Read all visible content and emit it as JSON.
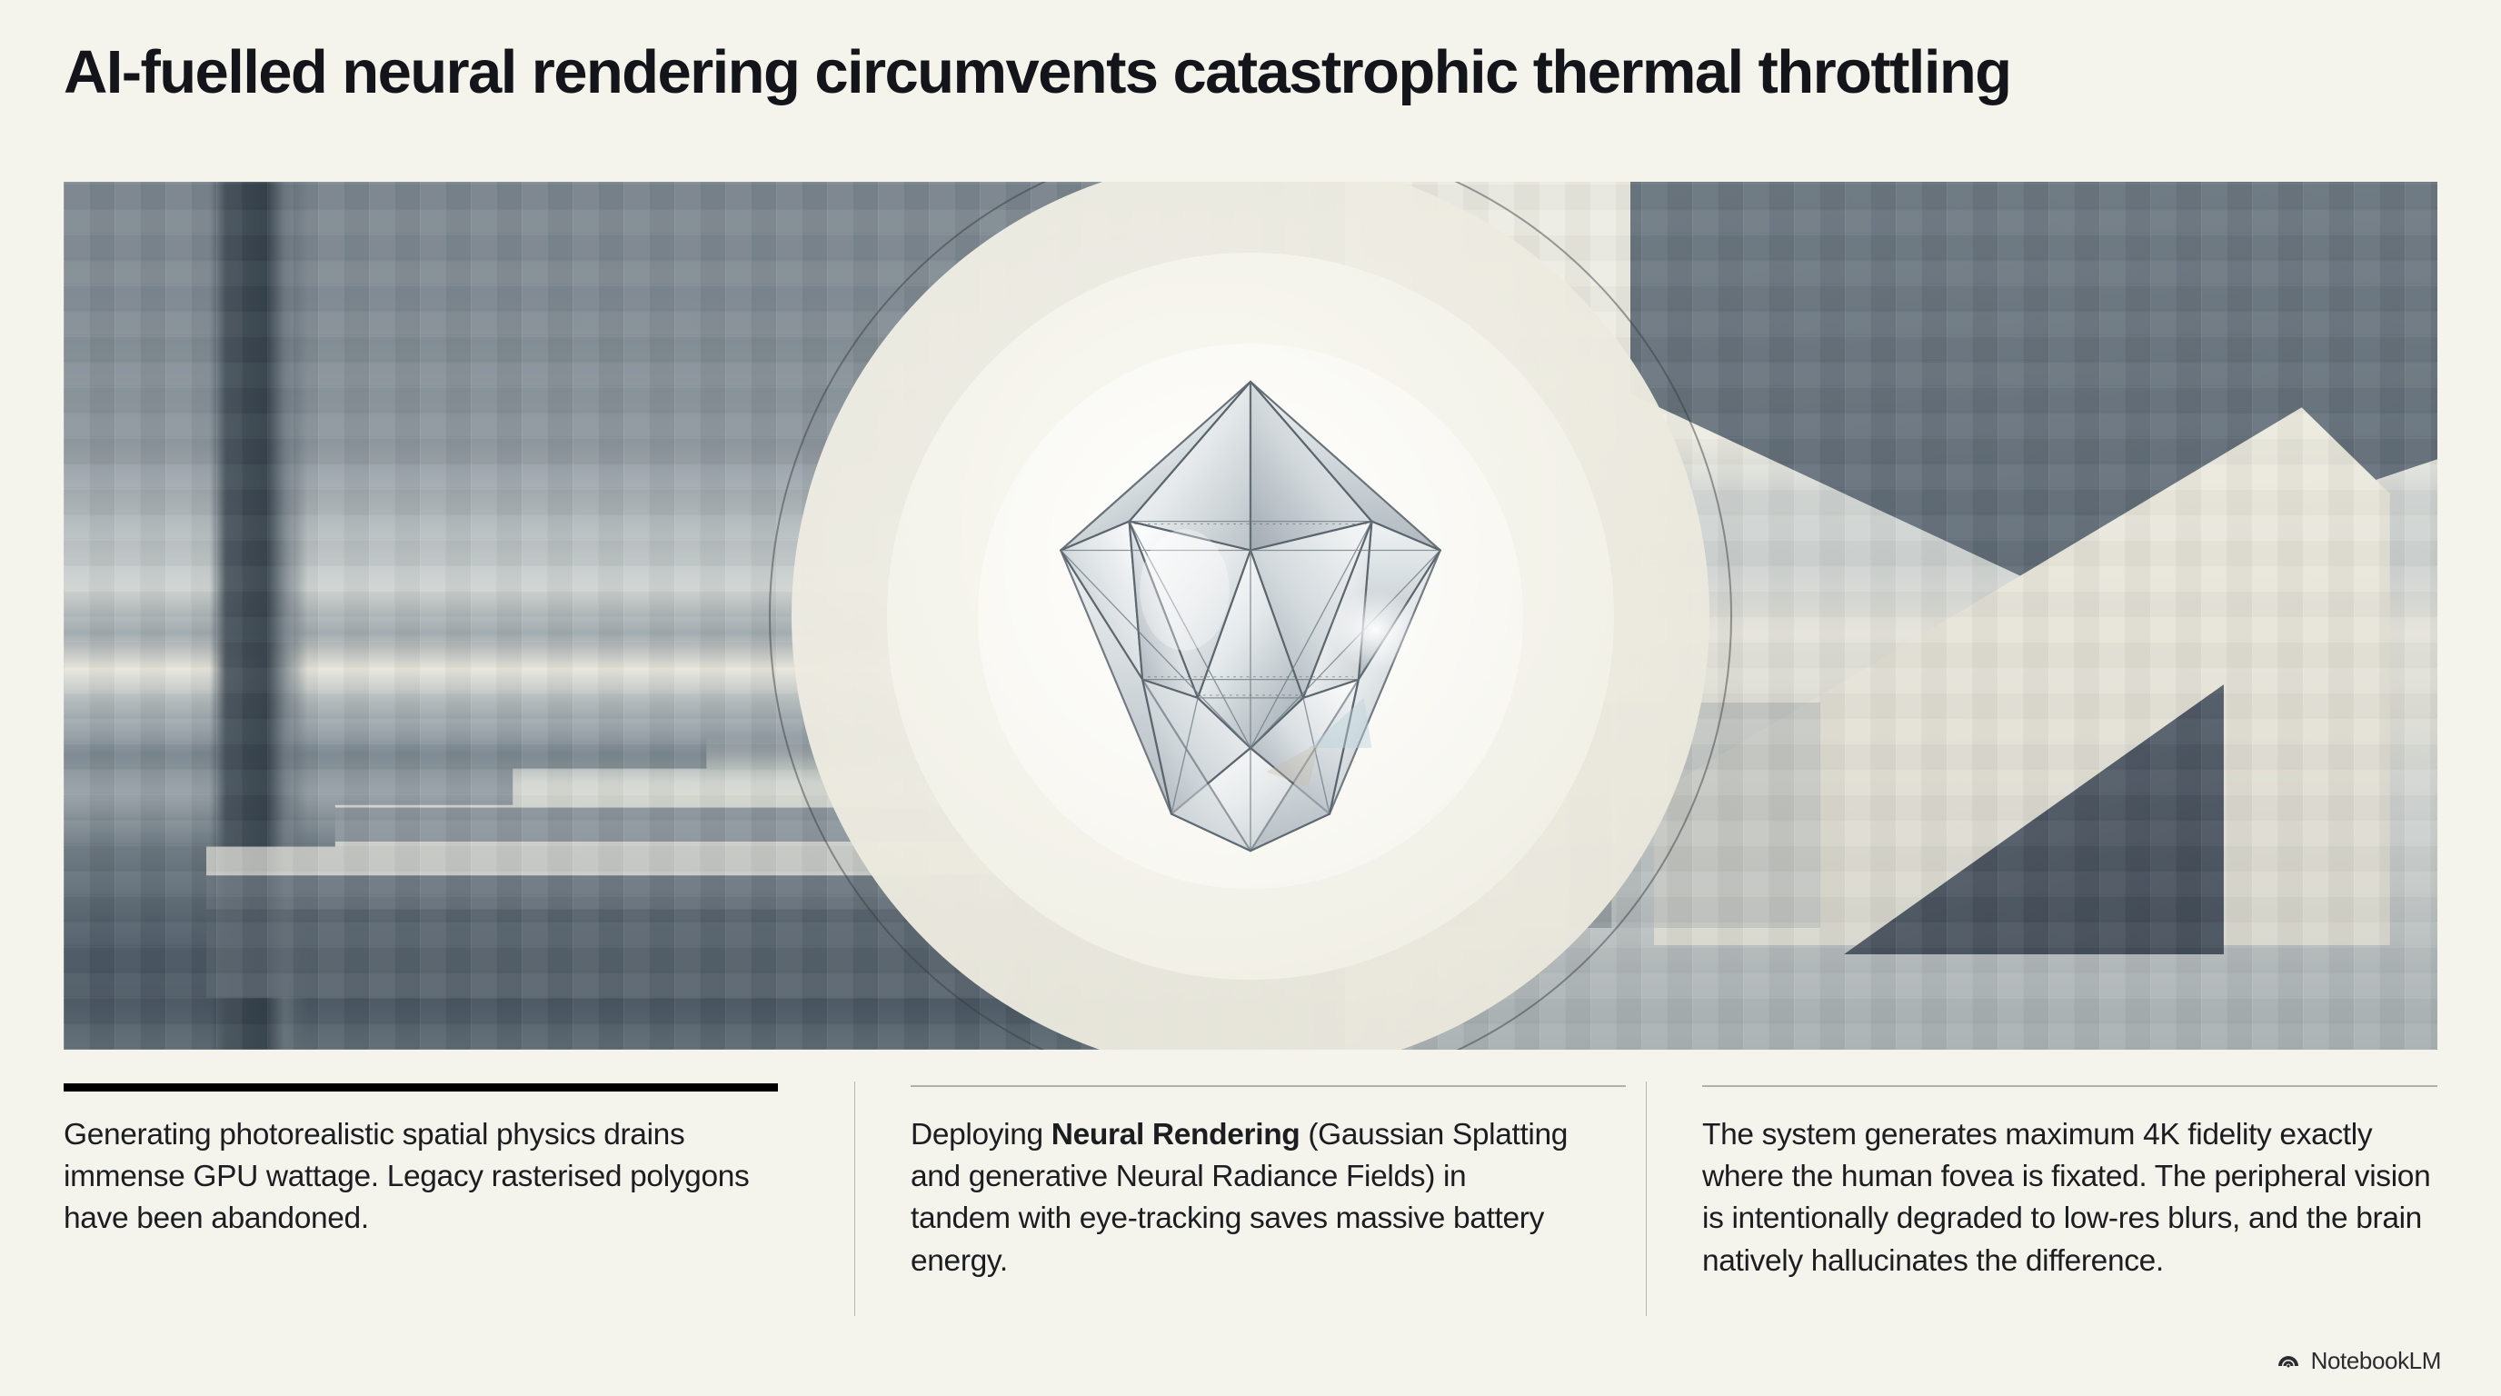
{
  "header": {
    "title": "AI-fuelled neural rendering circumvents catastrophic thermal throttling"
  },
  "hero": {
    "alt": "Faceted crystal icosahedron floating before concentric rings over a pixelated low-resolution cityscape",
    "icon": "crystal-icosahedron",
    "background_color": "#f5f4ec",
    "ring_color": "#eceadf",
    "ring_outline_color": "#3a3e40"
  },
  "columns": [
    {
      "rule_style": "thick-black",
      "rule_color": "#000000",
      "text": "Generating photorealistic spatial physics drains immense GPU wattage. Legacy rasterised polygons have been abandoned."
    },
    {
      "rule_style": "thin-grey",
      "rule_color": "#b0b1a7",
      "text_before": "Deploying ",
      "text_bold": "Neural Rendering",
      "text_after": " (Gaussian Splatting and generative Neural Radiance Fields) in tandem with eye-tracking saves massive battery energy."
    },
    {
      "rule_style": "thin-grey",
      "rule_color": "#b0b1a7",
      "text": "The system generates maximum 4K fidelity exactly where the human fovea is fixated. The peripheral vision is intentionally degraded to low-res blurs, and the brain natively hallucinates the difference."
    }
  ],
  "footer": {
    "brand": "NotebookLM",
    "icon": "notebooklm-spiral-icon"
  }
}
